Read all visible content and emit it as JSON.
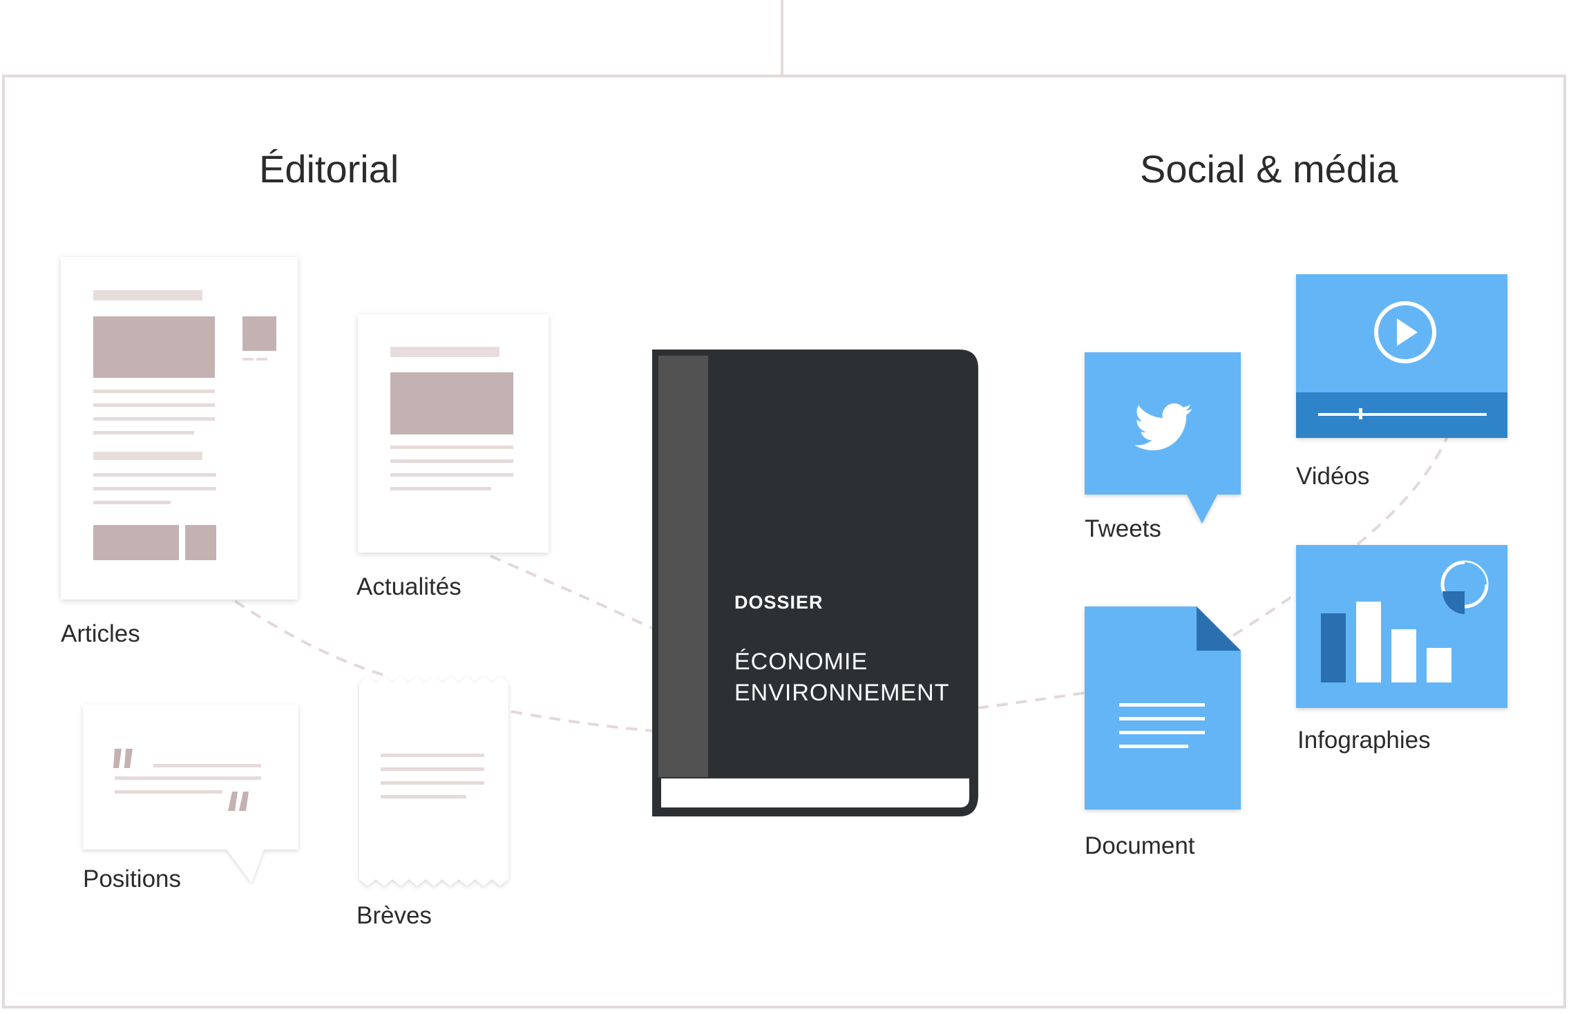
{
  "sections": {
    "editorial_title": "Éditorial",
    "social_title": "Social & média"
  },
  "editorial_items": {
    "articles": "Articles",
    "actualites": "Actualités",
    "positions": "Positions",
    "breves": "Brèves"
  },
  "dossier": {
    "kicker": "DOSSIER",
    "title_line1": "ÉCONOMIE",
    "title_line2": "ENVIRONNEMENT"
  },
  "social_items": {
    "tweets": "Tweets",
    "videos": "Vidéos",
    "document": "Document",
    "infographies": "Infographies"
  },
  "colors": {
    "editorial_accent": "#c4b1b1",
    "social_accent": "#64b5f6",
    "social_dark": "#2a7bc0",
    "book": "#2d3033"
  },
  "icons": {
    "tweets": "twitter-bird-icon",
    "videos": "play-icon",
    "document": "document-icon",
    "infographies": "bar-chart-icon",
    "positions": "quote-icon"
  }
}
